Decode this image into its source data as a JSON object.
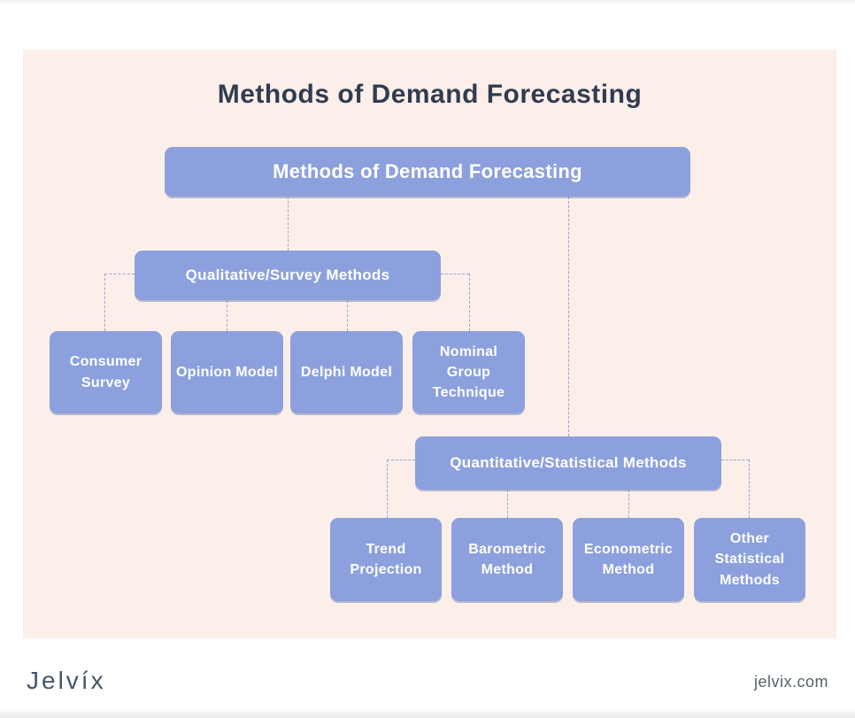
{
  "page": {
    "title": "Methods of Demand Forecasting"
  },
  "diagram": {
    "root": {
      "label": "Methods of Demand Forecasting"
    },
    "branches": [
      {
        "label": "Qualitative/Survey Methods",
        "children": [
          {
            "label": "Consumer Survey"
          },
          {
            "label": "Opinion Model"
          },
          {
            "label": "Delphi Model"
          },
          {
            "label": "Nominal Group Technique"
          }
        ]
      },
      {
        "label": "Quantitative/Statistical Methods",
        "children": [
          {
            "label": "Trend Projection"
          },
          {
            "label": "Barometric Method"
          },
          {
            "label": "Econometric Method"
          },
          {
            "label": "Other Statistical Methods"
          }
        ]
      }
    ]
  },
  "footer": {
    "logo": "Jelvíx",
    "website": "jelvix.com"
  },
  "colors": {
    "node_fill": "#8CA0DD",
    "node_text": "#FFFFFF",
    "connector": "#97A4D6",
    "background_panel": "#FCEFEA",
    "page_background": "#FFFFFF",
    "title_text": "#313C51",
    "footer_text": "#54616E"
  }
}
